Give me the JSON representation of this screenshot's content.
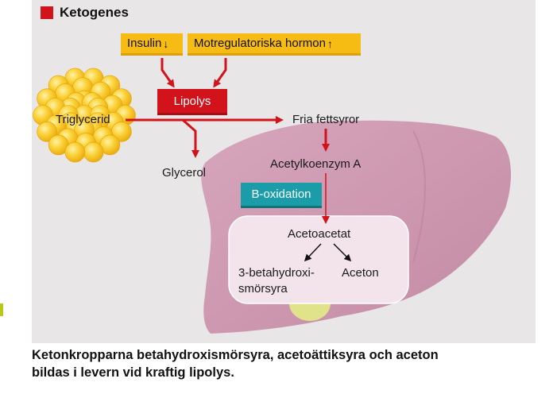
{
  "title": "Ketogenes",
  "boxes": {
    "insulin": "Insulin",
    "insulin_arrow": "↓",
    "hormones": "Motregulatoriska hormon",
    "hormones_arrow": "↑",
    "lipolys": "Lipolys",
    "b_oxidation": "B-oxidation"
  },
  "labels": {
    "triglycerid": "Triglycerid",
    "fria_fettsyror": "Fria fettsyror",
    "glycerol": "Glycerol",
    "acetylkoenzym": "Acetylkoenzym A",
    "acetoacetat": "Acetoacetat",
    "betahydroxi_line1": "3-betahydroxi-",
    "betahydroxi_line2": "smörsyra",
    "aceton": "Aceton"
  },
  "caption": {
    "line1": "Ketonkropparna betahydroxismörsyra, acetoättiksyra och aceton",
    "line2": "bildas i levern vid kraftig lipolys."
  },
  "colors": {
    "red": "#d2131b",
    "yellow": "#f7bc13",
    "teal": "#1a9da8",
    "liver": "#c98fa8",
    "fat": "#f9c41a",
    "background": "#e8e6e6"
  }
}
